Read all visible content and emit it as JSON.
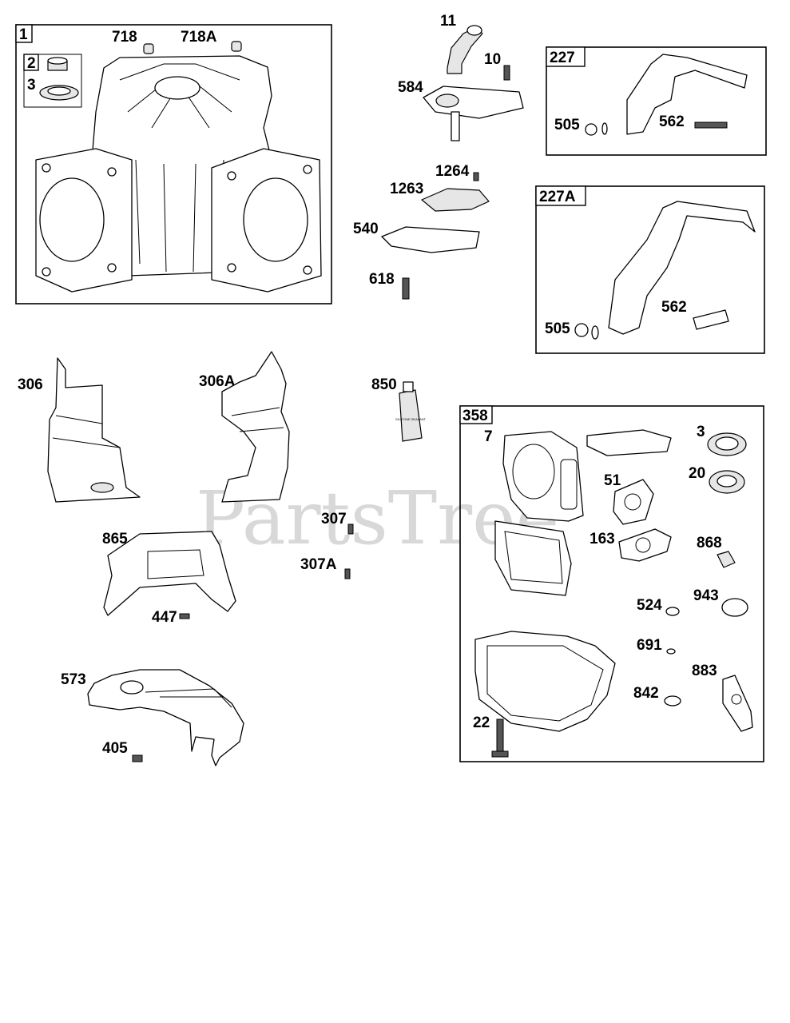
{
  "watermark": "PartsTree",
  "callouts": {
    "c1": "1",
    "c2": "2",
    "c3": "3",
    "c718": "718",
    "c718a": "718A",
    "c11": "11",
    "c10": "10",
    "c584": "584",
    "c1264": "1264",
    "c1263": "1263",
    "c540": "540",
    "c618": "618",
    "c227": "227",
    "c505a": "505",
    "c562a": "562",
    "c227a": "227A",
    "c505b": "505",
    "c562b": "562",
    "c306": "306",
    "c306a": "306A",
    "c850": "850",
    "c865": "865",
    "c447": "447",
    "c307": "307",
    "c307a": "307A",
    "c573": "573",
    "c405": "405",
    "c358": "358",
    "c7": "7",
    "c3b": "3",
    "c20": "20",
    "c51": "51",
    "c163": "163",
    "c868": "868",
    "c524": "524",
    "c943": "943",
    "c691": "691",
    "c883": "883",
    "c842": "842",
    "c22": "22"
  },
  "tube_label": "SILICONE SEALANT"
}
